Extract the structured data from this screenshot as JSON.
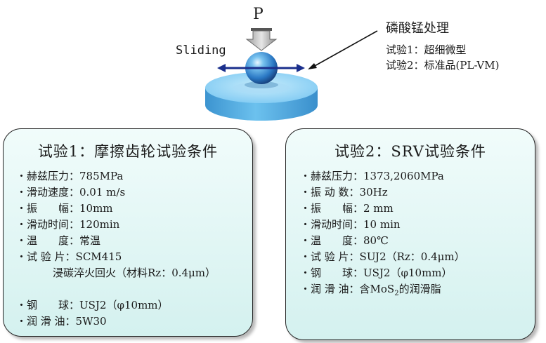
{
  "top": {
    "load_label": "P",
    "sliding_label": "Sliding",
    "treatment_title": "磷酸锰处理",
    "treatment_test1": "试验1：超细微型",
    "treatment_test2": "试验2：标准品(PL-VM)"
  },
  "box1": {
    "title": "试验1：摩擦齿轮试验条件",
    "items": [
      "・赫兹压力：785MPa",
      "・滑动速度：0.01 m/s",
      "・振　　幅：10mm",
      "・滑动时间：120min",
      "・温　　度：常温",
      "・试 验 片：SCM415",
      "浸碳淬火回火（材料Rz：0.4μm）",
      "・钢　　球：USJ2（φ10mm）",
      "・润 滑 油：5W30"
    ]
  },
  "box2": {
    "title": "试验2：SRV试验条件",
    "items": [
      "・赫兹压力：1373,2060MPa",
      "・振 动 数：30Hz",
      "・振　　幅：2 mm",
      "・滑动时间：10 min",
      "・温　　度：80℃",
      "・试 验 片：SUJ2（Rz：0.4μm）",
      "・钢　　球：USJ2（φ10mm）"
    ],
    "oil_prefix": "・润 滑 油：含MoS",
    "oil_sub": "2",
    "oil_suffix": "的润滑脂"
  },
  "colors": {
    "disk_top": "#8fd3f6",
    "disk_side": "#4aa7df",
    "ball": "#2f7fd0",
    "arrow": "#1a2f8c",
    "box_fill": "#dff5f3"
  }
}
